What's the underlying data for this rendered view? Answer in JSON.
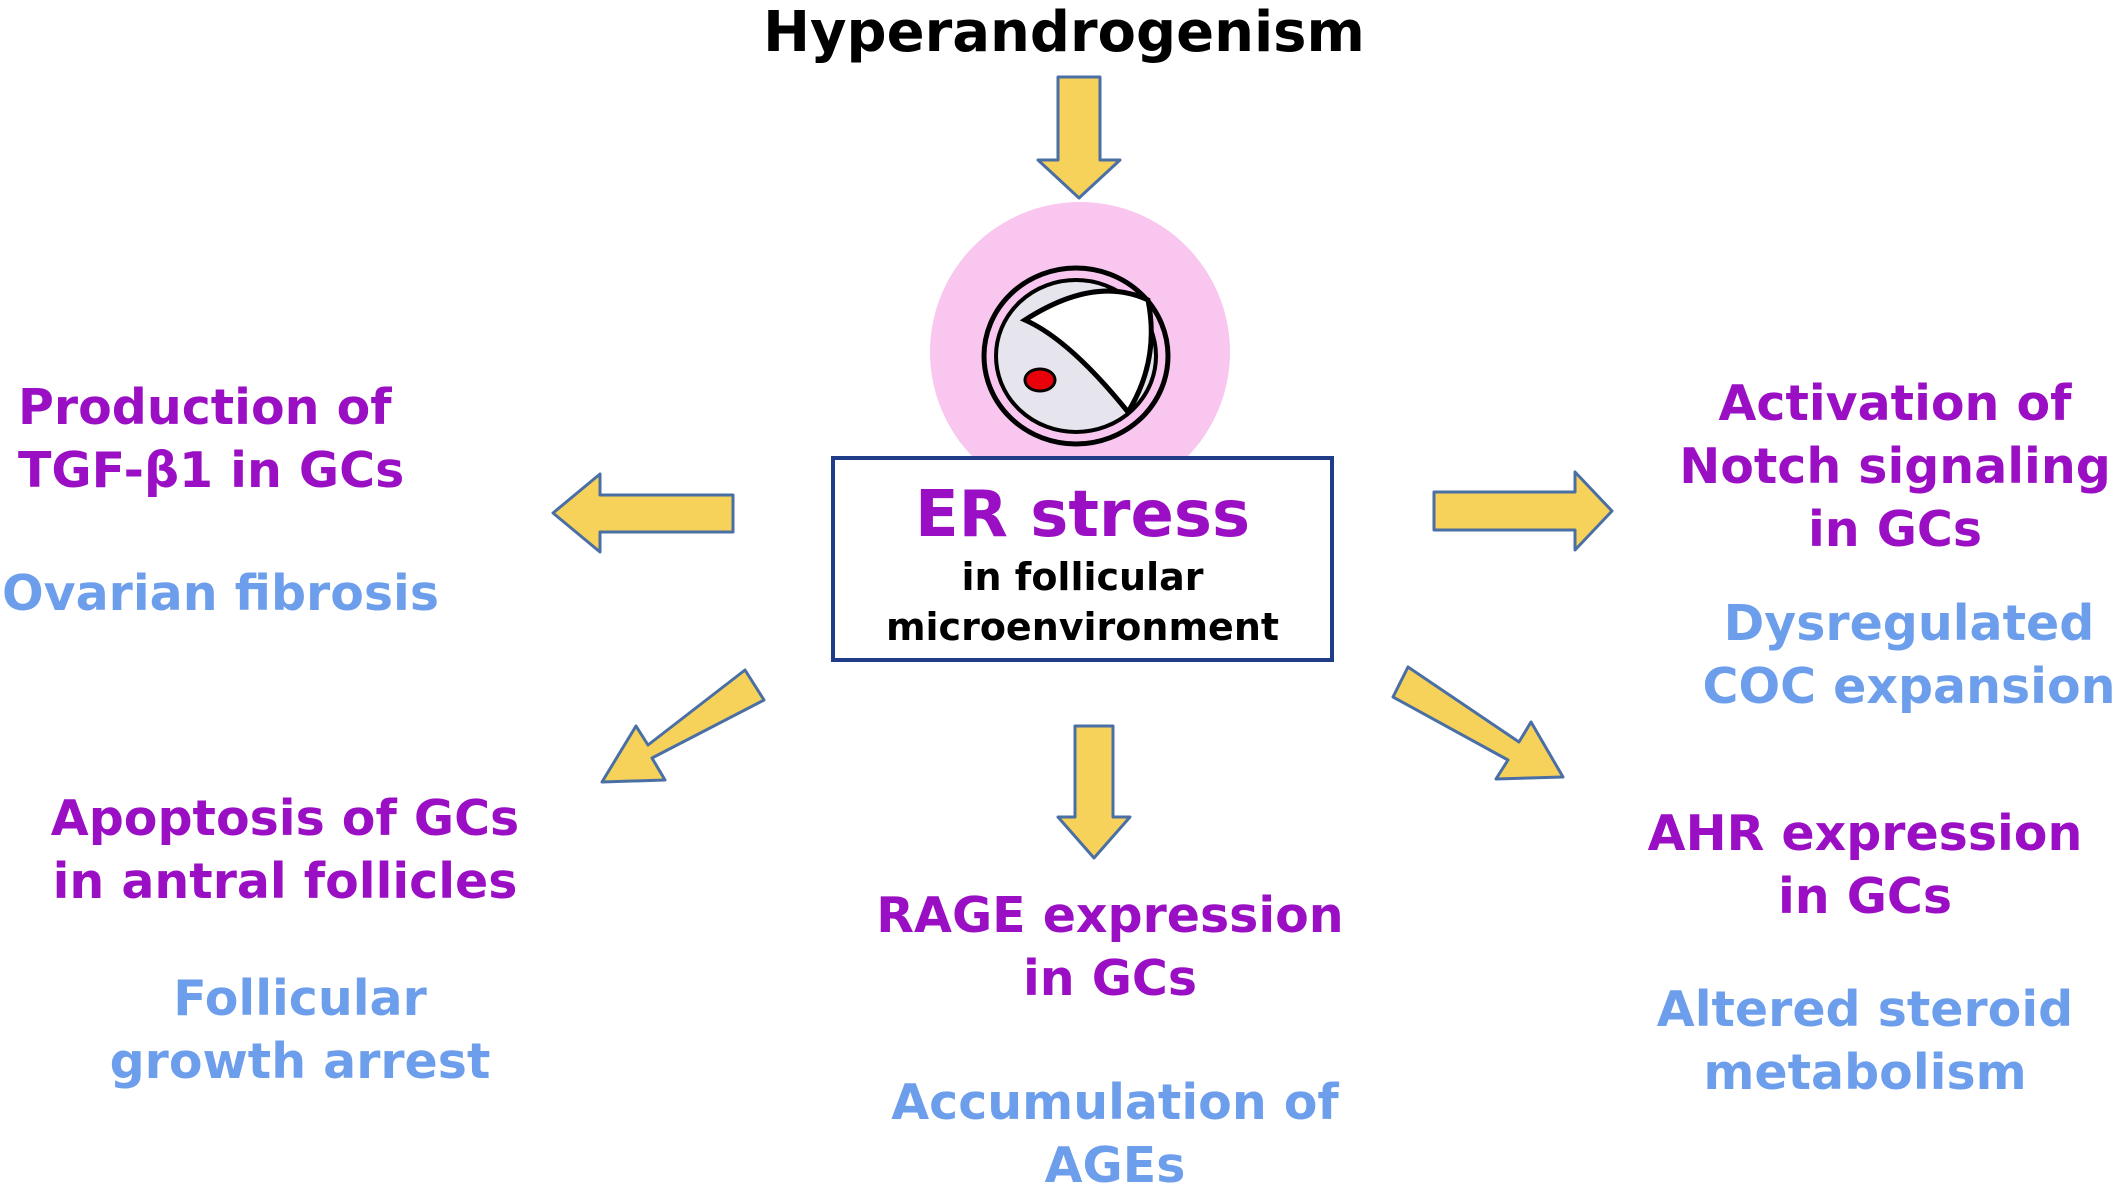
{
  "colors": {
    "purple": "#9a0fc4",
    "blue": "#6d9eeb",
    "arrow_fill": "#f7d25a",
    "arrow_stroke": "#4a6fa5",
    "halo": "#f9c6f0",
    "box_border": "#1f3c88",
    "follicle_fill": "#e6e4ec",
    "oocyte_nucleus": "#e8000b"
  },
  "top": {
    "label": "Hyperandrogenism"
  },
  "center": {
    "title": "ER stress",
    "sub_lines": [
      "in follicular",
      "microenvironment"
    ]
  },
  "left_upper": {
    "mechanism": [
      "Production of",
      "TGF-β1 in GCs"
    ],
    "outcome": [
      "Ovarian fibrosis"
    ]
  },
  "left_lower": {
    "mechanism": [
      "Apoptosis of GCs",
      "in antral follicles"
    ],
    "outcome": [
      "Follicular",
      "growth arrest"
    ]
  },
  "bottom": {
    "mechanism": [
      "RAGE expression",
      "in GCs"
    ],
    "outcome": [
      "Accumulation of",
      "AGEs"
    ]
  },
  "right_upper": {
    "mechanism": [
      "Activation of",
      "Notch signaling",
      "in GCs"
    ],
    "outcome": [
      "Dysregulated",
      "COC expansion"
    ]
  },
  "right_lower": {
    "mechanism": [
      "AHR expression",
      "in GCs"
    ],
    "outcome": [
      "Altered steroid",
      "metabolism"
    ]
  },
  "icons": [
    "follicle-icon",
    "arrow-icon"
  ]
}
